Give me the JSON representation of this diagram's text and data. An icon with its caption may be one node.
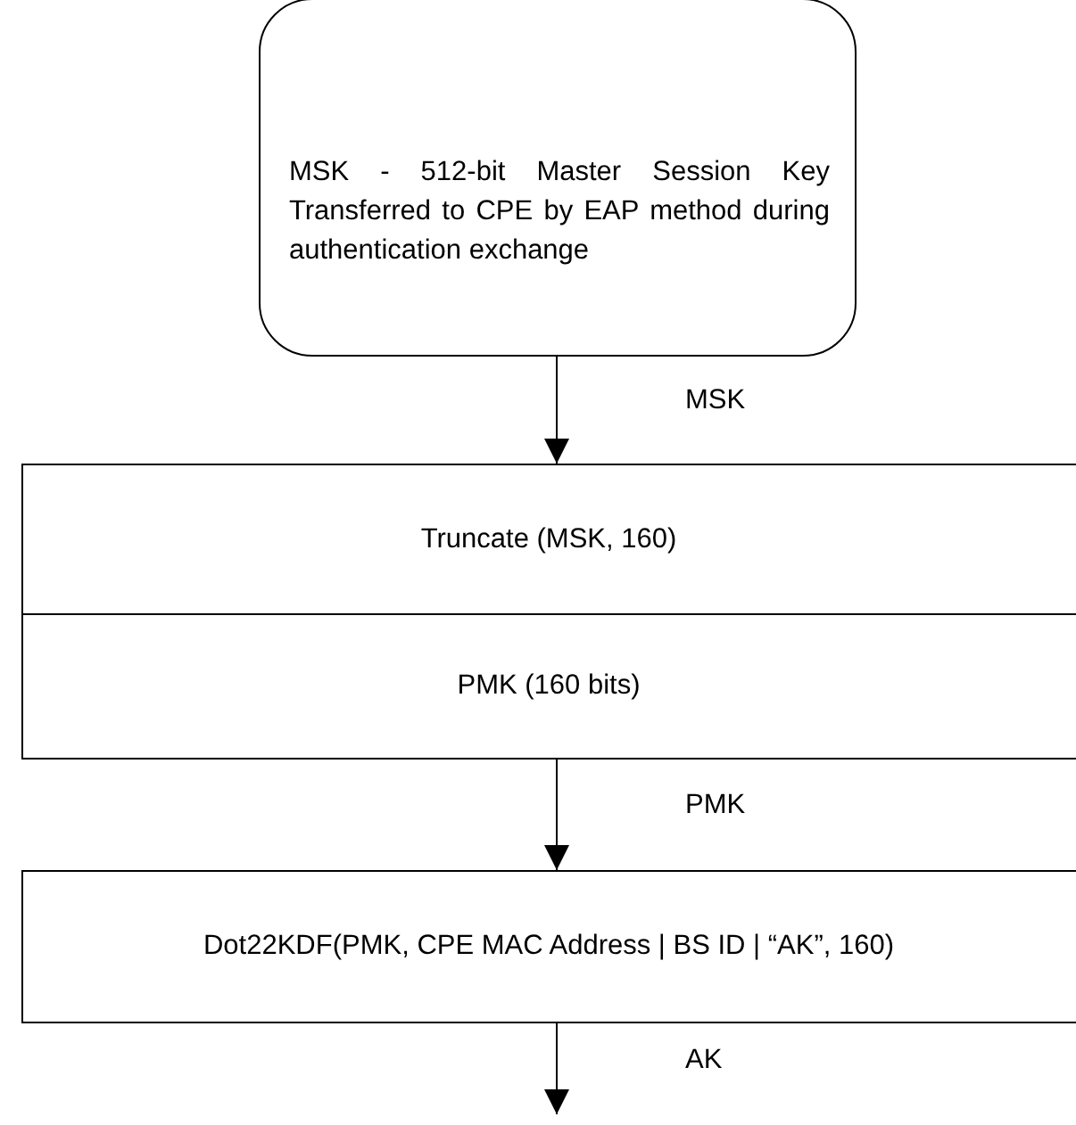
{
  "diagram": {
    "nodes": [
      {
        "text": [
          "MSK - 512-bit Master Session Key Transferred to CPE by EAP method during authentication exchange"
        ]
      },
      {
        "text": [
          "Truncate (MSK, 160)"
        ]
      },
      {
        "text": [
          "PMK (160 bits)"
        ]
      },
      {
        "text": [
          "Dot22KDF(PMK, CPE MAC Address | BS ID | “AK”, 160)"
        ]
      }
    ],
    "edges": [
      {
        "from": 0,
        "to": 1,
        "arrow": "to",
        "label": "MSK"
      },
      {
        "from": 2,
        "to": 3,
        "arrow": "to",
        "label": "PMK"
      },
      {
        "from": 3,
        "to": null,
        "arrow": "to",
        "label": "AK"
      }
    ]
  }
}
